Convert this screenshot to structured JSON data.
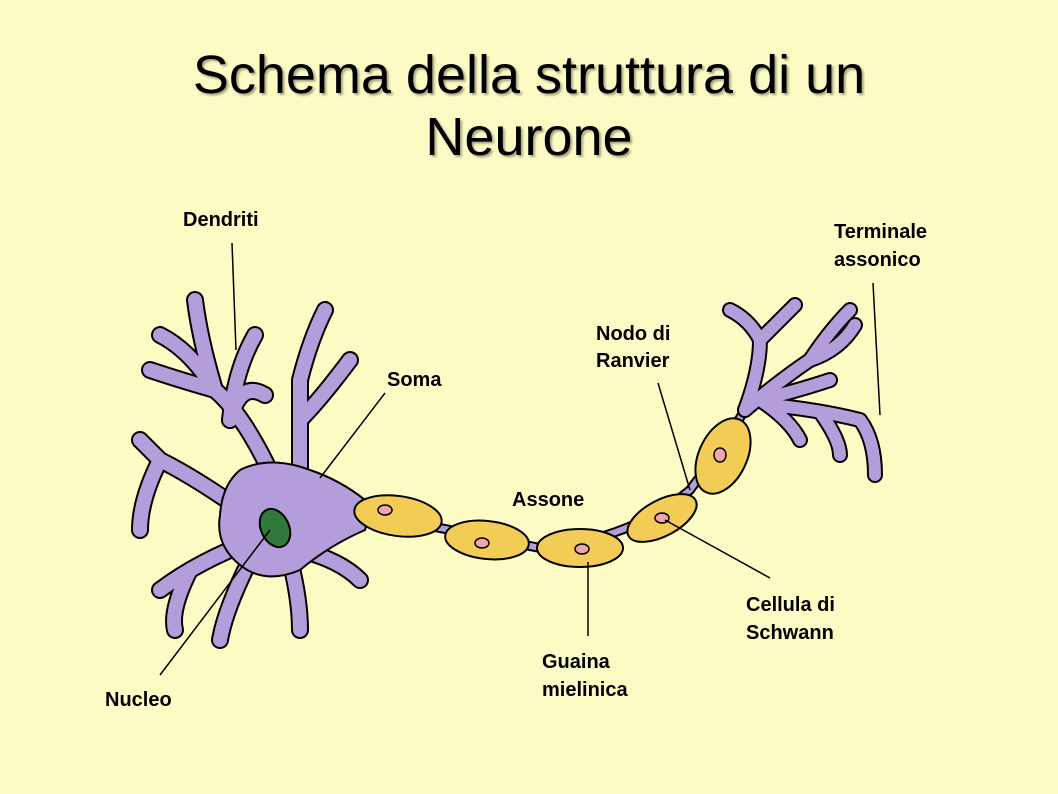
{
  "title": {
    "line1": "Schema della struttura di un",
    "line2": "Neurone"
  },
  "labels": {
    "dendriti": "Dendriti",
    "soma": "Soma",
    "nucleo": "Nucleo",
    "assone": "Assone",
    "nodo_line1": "Nodo di",
    "nodo_line2": "Ranvier",
    "terminale_line1": "Terminale",
    "terminale_line2": "assonico",
    "cellula_line1": "Cellula di",
    "cellula_line2": "Schwann",
    "guaina_line1": "Guaina",
    "guaina_line2": "mielinica"
  },
  "colors": {
    "background": "#fdfbc4",
    "neuron": "#b39ddb",
    "myelin": "#f2cc55",
    "nucleus": "#2f7a3a",
    "schwann_nucleus": "#f0a6a6"
  }
}
